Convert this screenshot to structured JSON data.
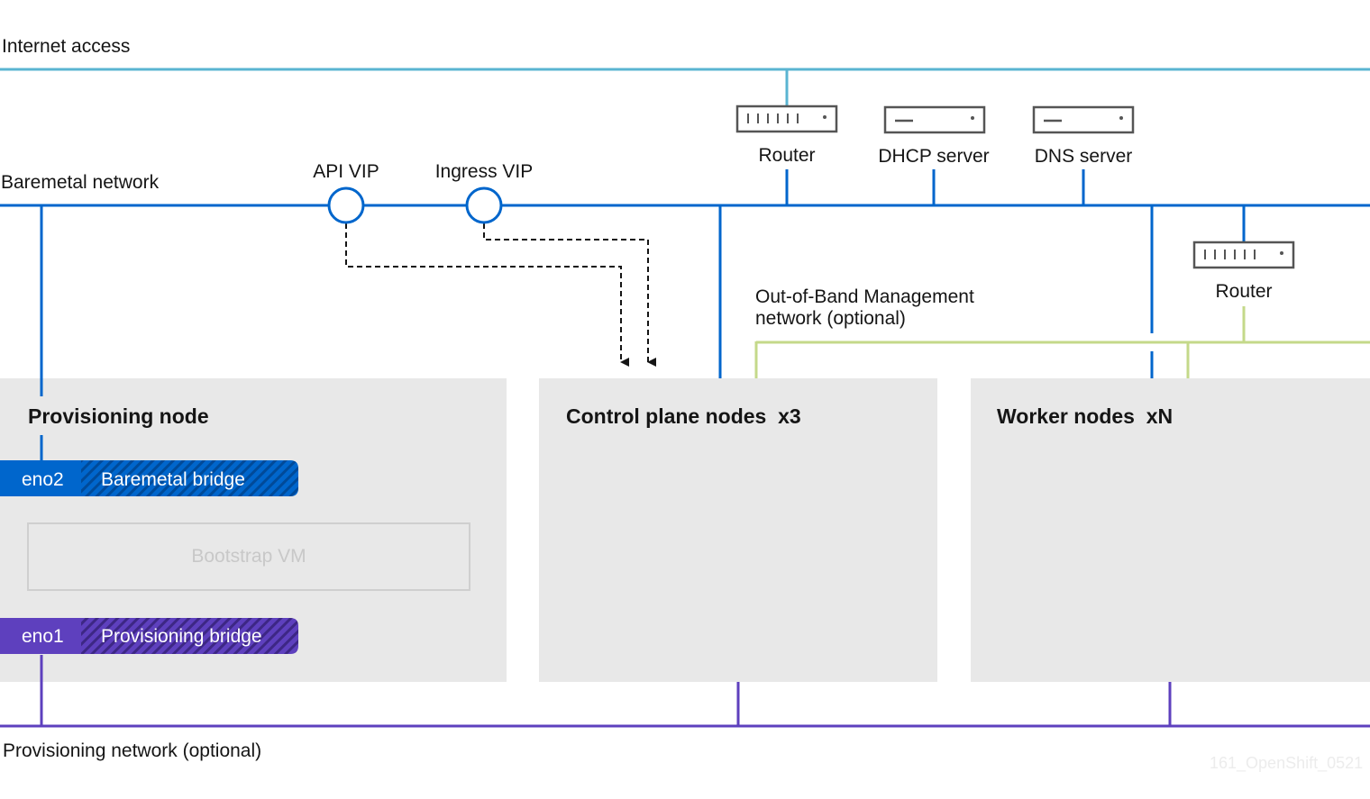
{
  "networks": {
    "internet": "Internet access",
    "baremetal": "Baremetal network",
    "oob_line1": "Out-of-Band Management",
    "oob_line2": "network (optional)",
    "provisioning": "Provisioning network (optional)"
  },
  "vips": {
    "api": "API VIP",
    "ingress": "Ingress VIP"
  },
  "devices": {
    "router1": "Router",
    "dhcp": "DHCP server",
    "dns": "DNS server",
    "router2": "Router"
  },
  "nodes": {
    "provisioning": "Provisioning node",
    "control_plane": "Control plane nodes  x3",
    "worker": "Worker nodes  xN"
  },
  "interfaces": {
    "eno2": "eno2",
    "baremetal_bridge": "Baremetal bridge",
    "bootstrap_vm": "Bootstrap VM",
    "eno1": "eno1",
    "provisioning_bridge": "Provisioning bridge"
  },
  "watermark": "161_OpenShift_0521",
  "colors": {
    "internet_line": "#5ab4d2",
    "baremetal_line": "#0066cc",
    "oob_line": "#c4d98a",
    "provisioning_line": "#5e40be",
    "node_fill": "#e8e8e8"
  }
}
